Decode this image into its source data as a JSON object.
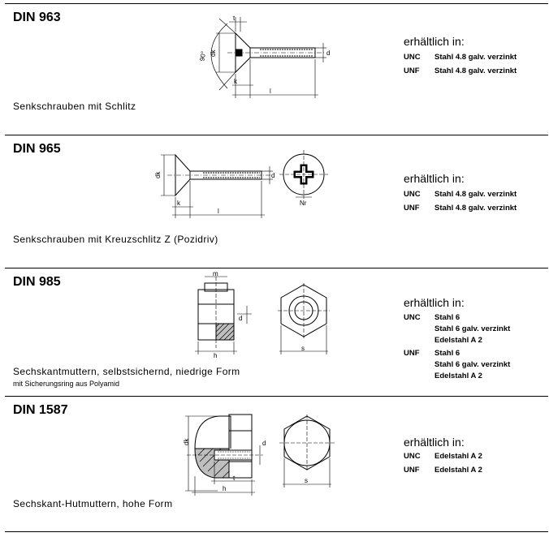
{
  "sections": [
    {
      "title": "DIN 963",
      "description": "Senkschrauben mit Schlitz",
      "availability_label": "erhältlich in:",
      "rows": [
        {
          "label": "UNC",
          "values": [
            "Stahl 4.8  galv. verzinkt"
          ]
        },
        {
          "label": "UNF",
          "values": [
            "Stahl 4.8  galv. verzinkt"
          ]
        }
      ],
      "drawing_labels": {
        "t": "t",
        "angle": "90°",
        "dk": "dk",
        "d": "d",
        "k": "k",
        "l": "l"
      }
    },
    {
      "title": "DIN 965",
      "description": "Senkschrauben mit Kreuzschlitz Z (Pozidriv)",
      "availability_label": "erhältlich in:",
      "rows": [
        {
          "label": "UNC",
          "values": [
            "Stahl 4.8  galv. verzinkt"
          ]
        },
        {
          "label": "UNF",
          "values": [
            "Stahl 4.8  galv. verzinkt"
          ]
        }
      ],
      "drawing_labels": {
        "dk": "dk",
        "d": "d",
        "k": "k",
        "l": "l",
        "nr": "Nr"
      }
    },
    {
      "title": "DIN 985",
      "description": "Sechskantmuttern, selbstsichernd, niedrige Form",
      "note": "mit Sicherungsring aus Polyamid",
      "availability_label": "erhältlich in:",
      "rows": [
        {
          "label": "UNC",
          "values": [
            "Stahl 6",
            "Stahl 6  galv. verzinkt",
            "Edelstahl A 2"
          ]
        },
        {
          "label": "UNF",
          "values": [
            "Stahl 6",
            "Stahl 6  galv. verzinkt",
            "Edelstahl A 2"
          ]
        }
      ],
      "drawing_labels": {
        "m": "m",
        "d": "d",
        "h": "h",
        "s": "s"
      }
    },
    {
      "title": "DIN 1587",
      "description": "Sechskant-Hutmuttern, hohe Form",
      "availability_label": "erhältlich in:",
      "rows": [
        {
          "label": "UNC",
          "values": [
            "Edelstahl A 2"
          ]
        },
        {
          "label": "UNF",
          "values": [
            "Edelstahl A 2"
          ]
        }
      ],
      "drawing_labels": {
        "dk": "dk",
        "d": "d",
        "t": "t",
        "h": "h",
        "s": "s"
      }
    }
  ]
}
